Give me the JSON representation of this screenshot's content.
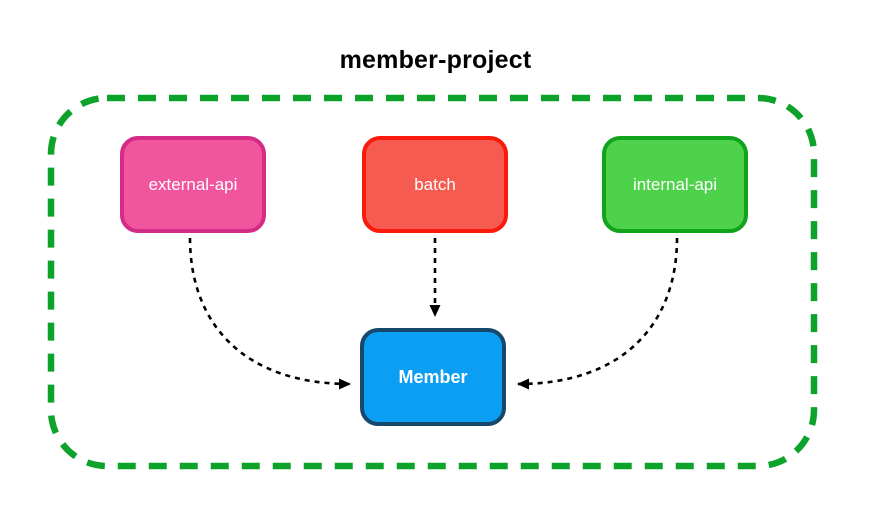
{
  "diagram": {
    "title": "member-project",
    "group": {
      "label": "member-project",
      "border_color": "#0DA32B",
      "border_style": "dashed"
    },
    "nodes": [
      {
        "id": "external-api",
        "label": "external-api",
        "fill": "#F0559E",
        "border": "#D42C86",
        "text_color": "#FFFFFF"
      },
      {
        "id": "batch",
        "label": "batch",
        "fill": "#F55B51",
        "border": "#F91A0B",
        "text_color": "#FFFFFF"
      },
      {
        "id": "internal-api",
        "label": "internal-api",
        "fill": "#4ED24B",
        "border": "#12A31C",
        "text_color": "#FFFFFF"
      },
      {
        "id": "member",
        "label": "Member",
        "fill": "#0C9EF2",
        "border": "#17486C",
        "text_color": "#FFFFFF"
      }
    ],
    "edges": [
      {
        "from": "external-api",
        "to": "member",
        "style": "dashed"
      },
      {
        "from": "batch",
        "to": "member",
        "style": "dashed"
      },
      {
        "from": "internal-api",
        "to": "member",
        "style": "dashed"
      }
    ],
    "edge_color": "#000000"
  }
}
